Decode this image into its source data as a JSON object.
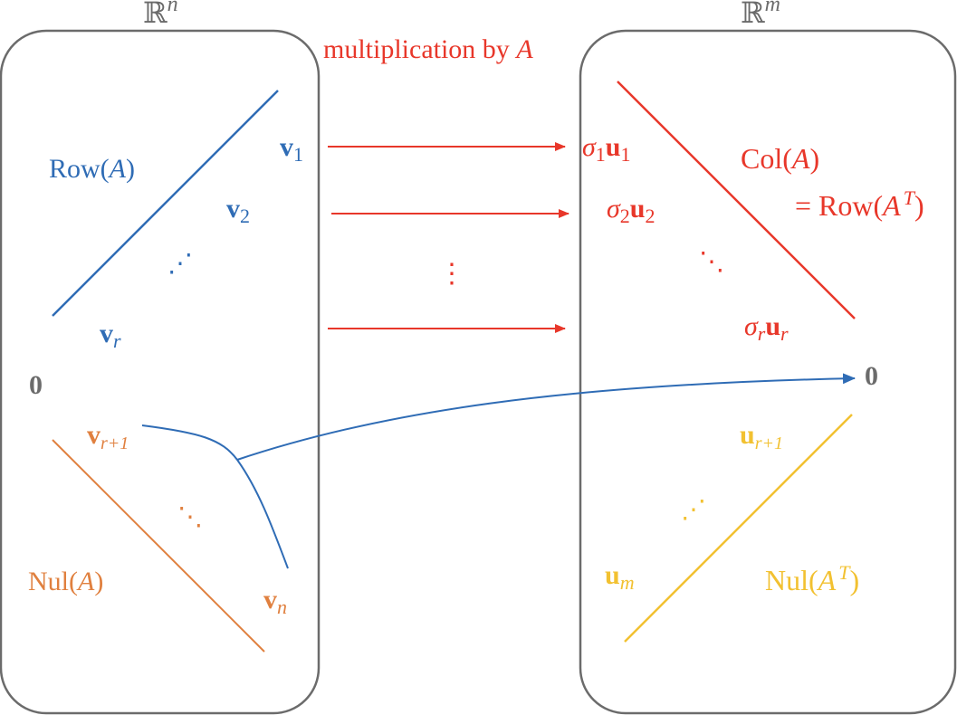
{
  "colors": {
    "gray": "#6b6b6b",
    "blue": "#2f6cb5",
    "red": "#e8372a",
    "orange": "#e0803f",
    "yellow": "#f2c131"
  },
  "domain_space": {
    "title_base": "ℝ",
    "title_exp": "n",
    "row_space": {
      "prefix": "Row(",
      "arg": "A",
      "suffix": ")"
    },
    "null_space": {
      "prefix": "Nul(",
      "arg": "A",
      "suffix": ")"
    },
    "vectors": {
      "v1": {
        "base": "v",
        "sub": "1"
      },
      "v2": {
        "base": "v",
        "sub": "2"
      },
      "vr": {
        "base": "v",
        "sub": "r"
      },
      "vr1": {
        "base": "v",
        "sub": "r+1"
      },
      "vn": {
        "base": "v",
        "sub": "n"
      }
    },
    "zero": "0",
    "dots": "⋰",
    "dots_lower": "⋱"
  },
  "codomain_space": {
    "title_base": "ℝ",
    "title_exp": "m",
    "col_space": {
      "prefix": "Col(",
      "arg": "A",
      "suffix": ")"
    },
    "col_space_eq": {
      "prefix": "= Row(",
      "arg": "A",
      "sup": "T",
      "suffix": ")"
    },
    "null_space_t": {
      "prefix": "Nul(",
      "arg": "A",
      "sup": "T",
      "suffix": ")"
    },
    "images": {
      "s1u1": {
        "sigma": "σ",
        "sigma_sub": "1",
        "base": "u",
        "sub": "1"
      },
      "s2u2": {
        "sigma": "σ",
        "sigma_sub": "2",
        "base": "u",
        "sub": "2"
      },
      "srur": {
        "sigma": "σ",
        "sigma_sub": "r",
        "base": "u",
        "sub": "r"
      }
    },
    "vectors": {
      "ur1": {
        "base": "u",
        "sub": "r+1"
      },
      "um": {
        "base": "u",
        "sub": "m"
      }
    },
    "zero": "0",
    "dots": "⋱",
    "dots_lower": "⋰"
  },
  "mapping": {
    "label_prefix": "multiplication by ",
    "label_arg": "A",
    "dots": "⋮"
  }
}
